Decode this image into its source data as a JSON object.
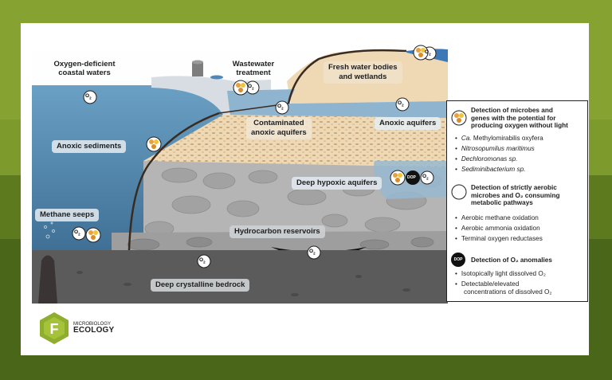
{
  "labels": {
    "coastal_line1": "Oxygen-deficient",
    "coastal_line2": "coastal waters",
    "waste_line1": "Wastewater",
    "waste_line2": "treatment",
    "fresh_line1": "Fresh water bodies",
    "fresh_line2": "and wetlands",
    "contam_line1": "Contaminated",
    "contam_line2": "anoxic aquifers",
    "anoxic_aquifers": "Anoxic aquifers",
    "anoxic_sediments": "Anoxic sediments",
    "deep_hypoxic": "Deep hypoxic aquifers",
    "methane_seeps": "Methane seeps",
    "hydrocarbon": "Hydrocarbon reservoirs",
    "bedrock": "Deep crystalline bedrock"
  },
  "icons": {
    "o2_text": "O",
    "o2_sub": "2",
    "dop_text": "DOP"
  },
  "legend": {
    "section1": {
      "title_line1": "Detection of microbes and",
      "title_line2": "genes with the potential for",
      "title_line3": "producing oxygen without light",
      "item1_prefix": "Ca.",
      "item1_rest": " Methylomirabilis oxyfera",
      "item2": "Nitrosopumilus maritimus",
      "item3": "Dechloromonas sp.",
      "item4": "Sediminibacterium sp."
    },
    "section2": {
      "title_line1": "Detection of strictly aerobic",
      "title_line2": "microbes and O₂ consuming",
      "title_line3": "metabolic pathways",
      "item1": "Aerobic methane oxidation",
      "item2": "Aerobic ammonia oxidation",
      "item3": "Terminal oxygen reductases"
    },
    "section3": {
      "badge": "DOP",
      "title": "Detection of O₂ anomalies",
      "item1": "Isotopically light dissolved O₂",
      "item2_line1": "Detectable/elevated",
      "item2_line2": "concentrations of dissolved O₂"
    }
  },
  "logo": {
    "letter": "F",
    "line1": "MICROBIOLOGY",
    "line2": "ECOLOGY"
  },
  "colors": {
    "outer_green": "#7d9a2c",
    "sea": "#5e93b8",
    "land_tan": "#efd9b5",
    "rock_gray": "#b5b5b5",
    "bedrock": "#5b5b5b",
    "legend_border": "#222222"
  }
}
